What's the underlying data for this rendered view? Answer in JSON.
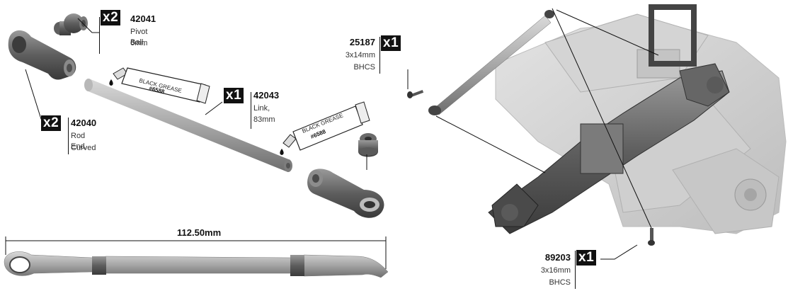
{
  "parts": [
    {
      "id": "pivot-ball",
      "qty": "x2",
      "part_number": "42041",
      "description": [
        "Pivot Ball,",
        "6mm"
      ]
    },
    {
      "id": "rod-end",
      "qty": "x2",
      "part_number": "42040",
      "description": [
        "Rod End,",
        "Curved"
      ]
    },
    {
      "id": "link",
      "qty": "x1",
      "part_number": "42043",
      "description": [
        "Link,",
        "83mm"
      ]
    },
    {
      "id": "screw-25187",
      "qty": "x1",
      "part_number": "25187",
      "description": [
        "3x14mm",
        "BHCS"
      ]
    },
    {
      "id": "screw-89203",
      "qty": "x1",
      "part_number": "89203",
      "description": [
        "3x16mm",
        "BHCS"
      ]
    }
  ],
  "grease": [
    {
      "label": "BLACK GREASE",
      "number": "#6588"
    },
    {
      "label": "BLACK GREASE",
      "number": "#6588"
    }
  ],
  "dimension": {
    "label": "112.50mm"
  }
}
